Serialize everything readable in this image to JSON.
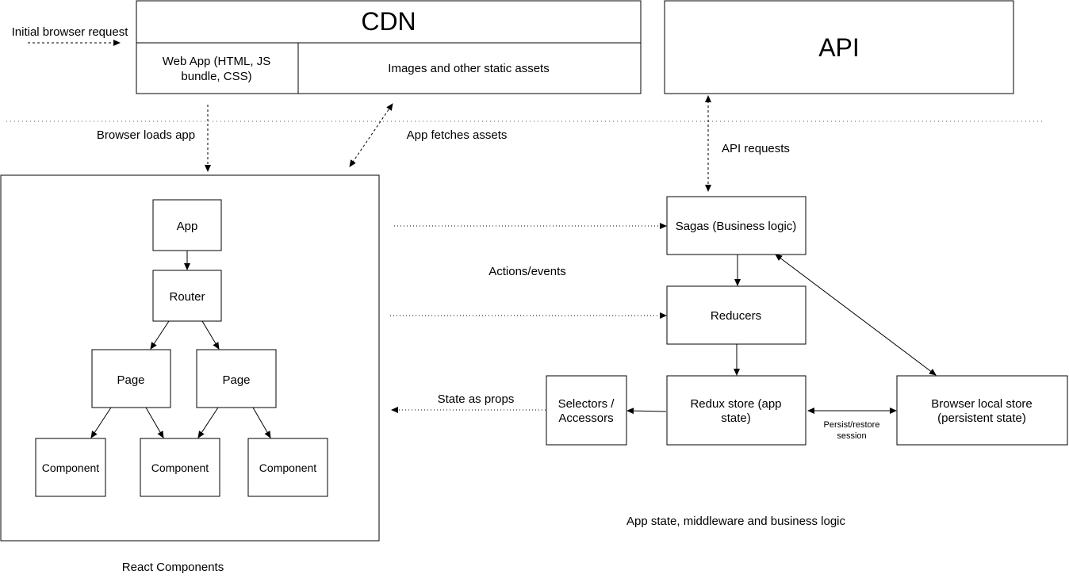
{
  "cdn": {
    "title": "CDN",
    "web_app_line1": "Web App (HTML, JS",
    "web_app_line2": "bundle, CSS)",
    "static_assets": "Images and other static assets"
  },
  "api": {
    "title": "API"
  },
  "react": {
    "caption": "React Components",
    "app": "App",
    "router": "Router",
    "page_left": "Page",
    "page_right": "Page",
    "component_1": "Component",
    "component_2": "Component",
    "component_3": "Component"
  },
  "state": {
    "caption": "App state, middleware and business logic",
    "sagas": "Sagas (Business logic)",
    "reducers": "Reducers",
    "redux_line1": "Redux store (app",
    "redux_line2": "state)",
    "selectors_line1": "Selectors /",
    "selectors_line2": "Accessors",
    "local_line1": "Browser local store",
    "local_line2": "(persistent state)"
  },
  "edge_labels": {
    "initial_request": "Initial browser request",
    "browser_loads": "Browser loads app",
    "app_fetches": "App fetches assets",
    "api_requests": "API requests",
    "actions_events": "Actions/events",
    "state_as_props": "State as props",
    "persist_line1": "Persist/restore",
    "persist_line2": "session"
  }
}
